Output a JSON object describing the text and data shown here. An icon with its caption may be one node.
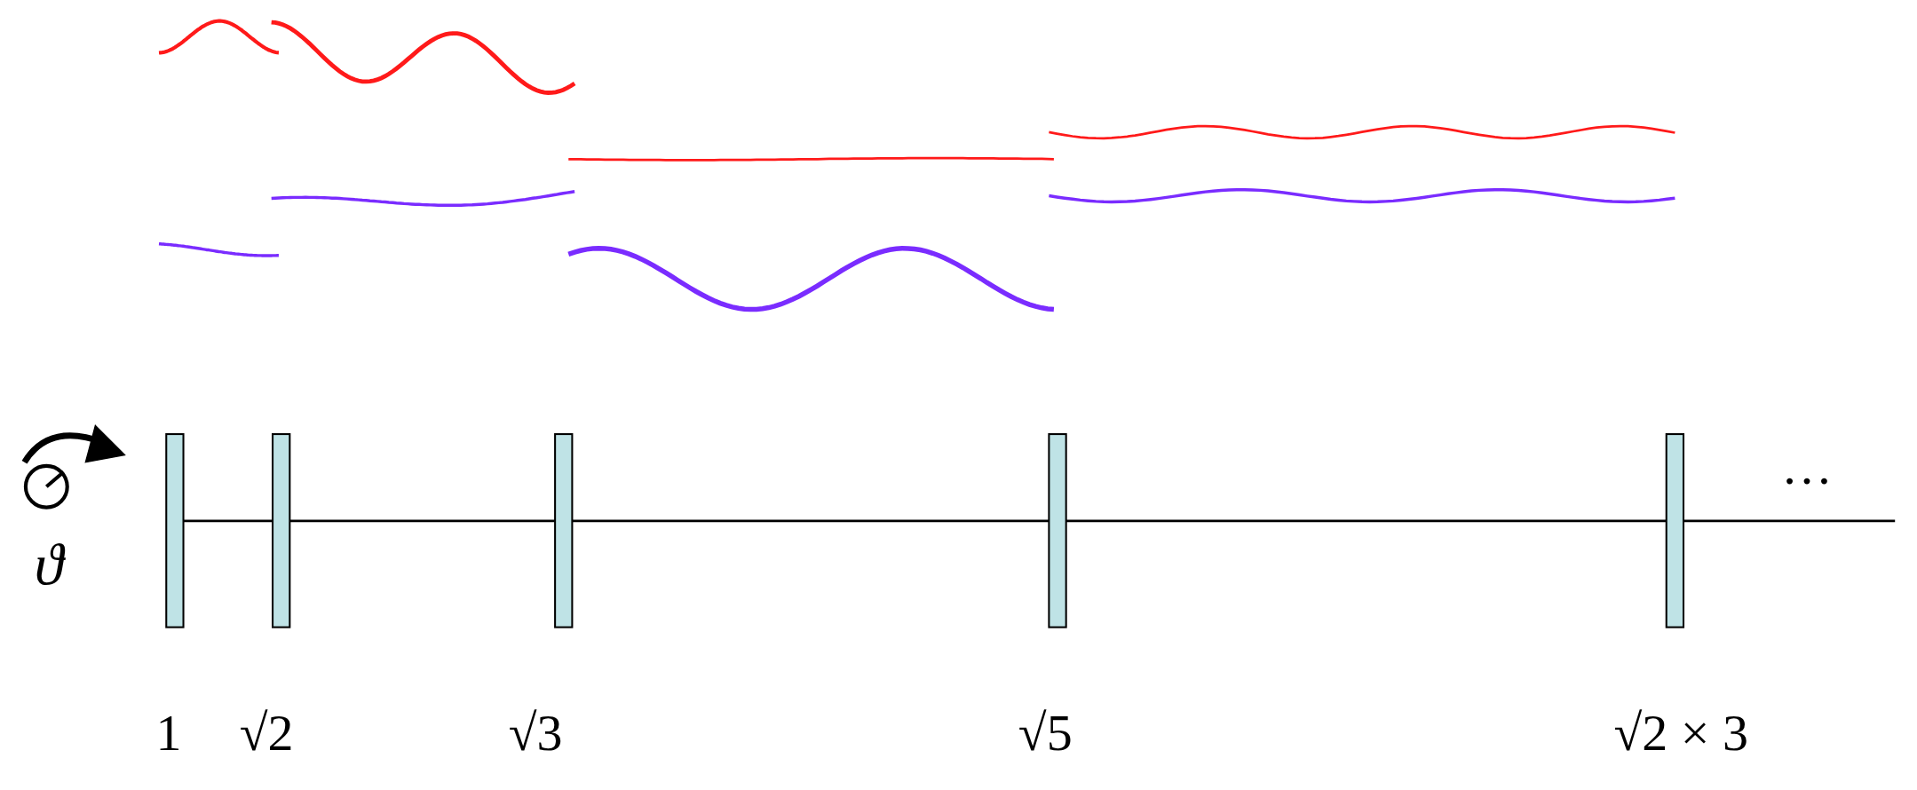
{
  "diagram": {
    "labels": [
      "ϑ",
      "…",
      "1",
      "√2",
      "√3",
      "√5",
      "√2 × 3"
    ]
  }
}
